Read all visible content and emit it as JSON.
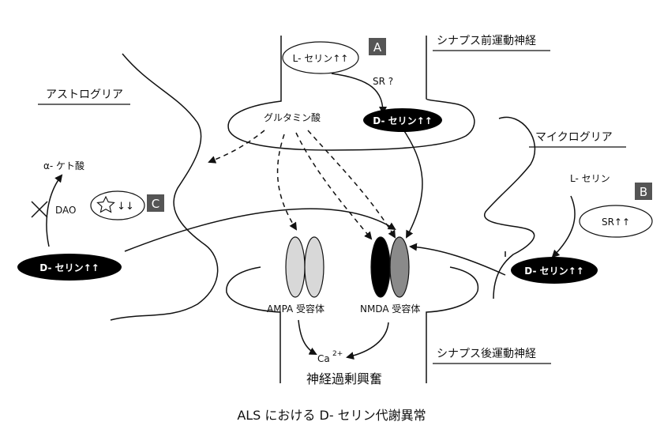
{
  "labels": {
    "presynaptic_neuron": "シナプス前運動神経",
    "postsynaptic_neuron": "シナプス後運動神経",
    "astroglia": "アストログリア",
    "microglia": "マイクログリア",
    "l_serine_pre": "L- セリン↑↑",
    "sr_question": "SR ?",
    "d_serine_pre": "D- セリン↑↑",
    "glutamate": "グルタミン酸",
    "alpha_keto": "α- ケト酸",
    "dao": "DAO",
    "star_arrows": "↓↓",
    "d_serine_astro": "D- セリン↑↑",
    "l_serine_micro": "L- セリン",
    "sr_micro": "SR↑↑",
    "d_serine_micro": "D- セリン↑↑",
    "ampa": "AMPA 受容体",
    "nmda": "NMDA 受容体",
    "calcium": "Ca",
    "calcium_sup": "2+",
    "excitotoxicity": "神経過剰興奮",
    "badge_a": "A",
    "badge_b": "B",
    "badge_c": "C",
    "caption": "ALS における D- セリン代謝異常"
  },
  "colors": {
    "ink": "#111111",
    "badge": "#555555",
    "ampa_fill": "#d8d8d8",
    "nmda_left": "#000000",
    "nmda_right": "#8a8a8a"
  },
  "icons": {
    "star": "star-icon",
    "cross": "x-mark-icon"
  }
}
